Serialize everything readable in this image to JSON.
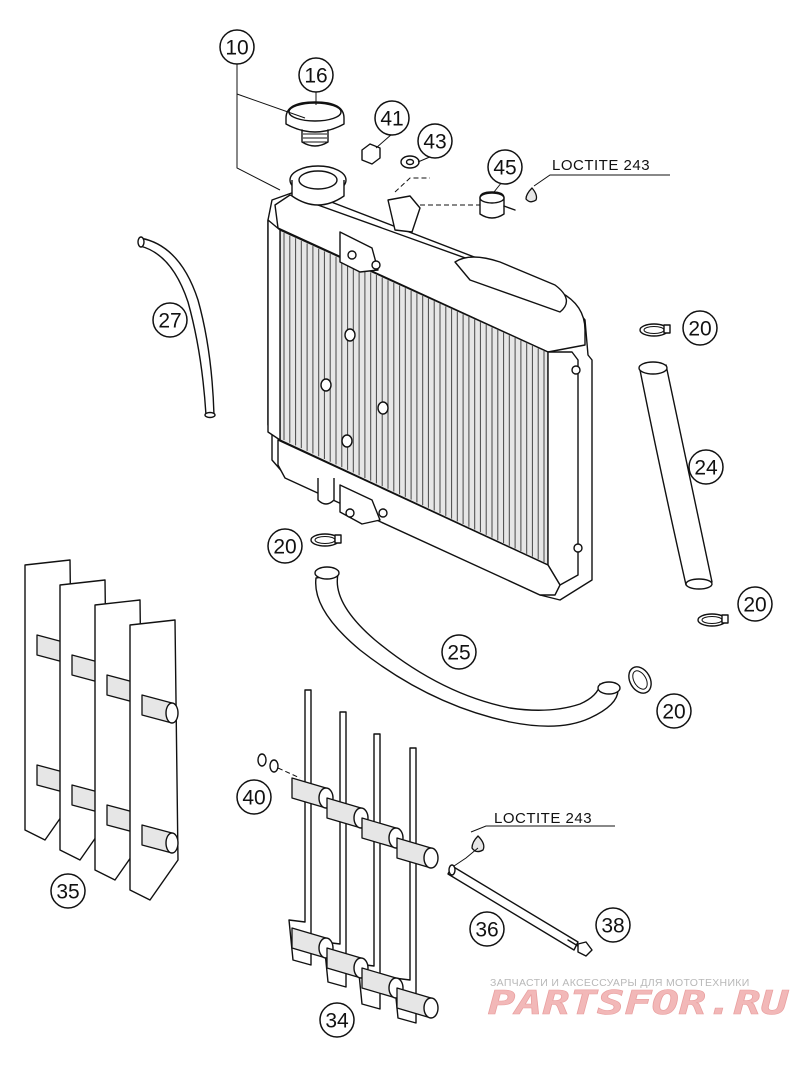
{
  "callouts": {
    "c10": "10",
    "c16": "16",
    "c41": "41",
    "c43": "43",
    "c45": "45",
    "c27": "27",
    "c20a": "20",
    "c24": "24",
    "c20b": "20",
    "c20c": "20",
    "c20d": "20",
    "c25": "25",
    "c40": "40",
    "c35": "35",
    "c36": "36",
    "c38": "38",
    "c34": "34"
  },
  "notes": {
    "loctite_top": "LOCTITE 243",
    "loctite_bottom": "LOCTITE 243"
  },
  "watermark": {
    "tagline": "ЗАПЧАСТИ И АКСЕССУАРЫ ДЛЯ МОТОТЕХНИКИ",
    "brand": "PARTSFOR.RU"
  }
}
